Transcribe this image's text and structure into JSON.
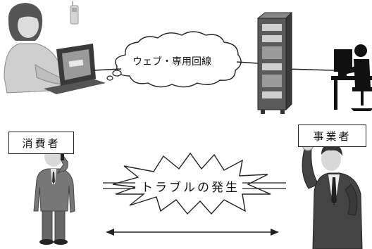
{
  "diagram": {
    "network_label": "ウェブ・専用回線",
    "consumer_label": "消費者",
    "business_label": "事業者",
    "trouble_label": "トラブルの発生"
  },
  "icons": [
    "woman-laptop-icon",
    "phone-icon",
    "server-rack-icon",
    "person-at-desk-icon",
    "man-on-phone-icon",
    "man-raising-fist-icon"
  ]
}
